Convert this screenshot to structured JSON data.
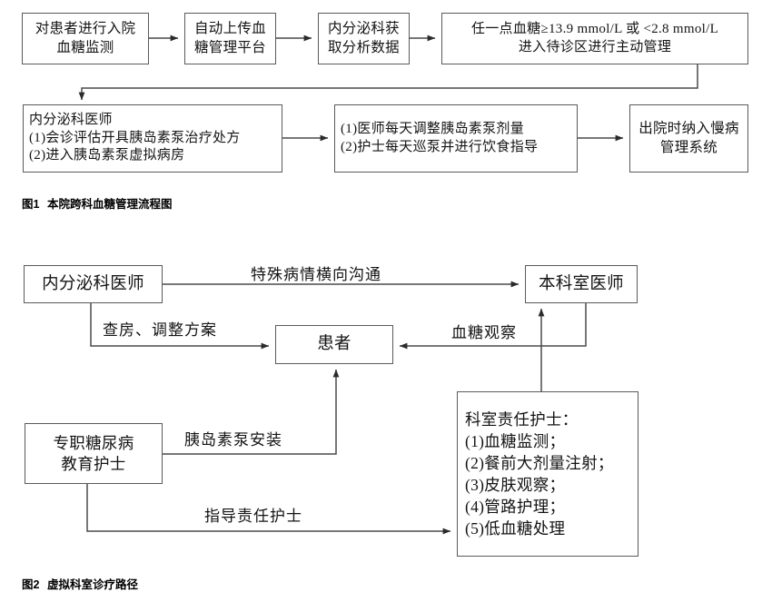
{
  "figure1": {
    "caption_label": "图1",
    "caption_text": "本院跨科血糖管理流程图",
    "nodes": {
      "admission_monitoring": {
        "line1": "对患者进行入院",
        "line2": "血糖监测"
      },
      "upload_platform": {
        "line1": "自动上传血",
        "line2": "糖管理平台"
      },
      "endocrine_analysis": {
        "line1": "内分泌科获",
        "line2": "取分析数据"
      },
      "glucose_threshold": {
        "line1": "任一点血糖≥13.9 mmol/L 或 <2.8 mmol/L",
        "line2": "进入待诊区进行主动管理"
      },
      "endocrinologist": {
        "line1": "内分泌科医师",
        "line2": "(1)会诊评估开具胰岛素泵治疗处方",
        "line3": "(2)进入胰岛素泵虚拟病房"
      },
      "daily_management": {
        "line1": "(1)医师每天调整胰岛素泵剂量",
        "line2": "(2)护士每天巡泵并进行饮食指导"
      },
      "discharge_system": {
        "line1": "出院时纳入慢病",
        "line2": "管理系统"
      }
    }
  },
  "figure2": {
    "caption_label": "图2",
    "caption_text": "虚拟科室诊疗路径",
    "nodes": {
      "endocrinologist": {
        "line1": "内分泌科医师"
      },
      "department_doctor": {
        "line1": "本科室医师"
      },
      "patient": {
        "line1": "患者"
      },
      "diabetes_educator": {
        "line1": "专职糖尿病",
        "line2": "教育护士"
      },
      "responsible_nurse": {
        "title": "科室责任护士：",
        "item1": "(1)血糖监测；",
        "item2": "(2)餐前大剂量注射；",
        "item3": "(3)皮肤观察；",
        "item4": "(4)管路护理；",
        "item5": "(5)低血糖处理"
      }
    },
    "edges": {
      "cross_communication": "特殊病情横向沟通",
      "rounds_adjust_plan": "查房、调整方案",
      "glucose_observation": "血糖观察",
      "pump_installation": "胰岛素泵安装",
      "guide_nurse": "指导责任护士"
    }
  },
  "colors": {
    "border": "#5a5a5a",
    "line": "#4a4a4a",
    "text": "#141414",
    "background": "#ffffff"
  }
}
